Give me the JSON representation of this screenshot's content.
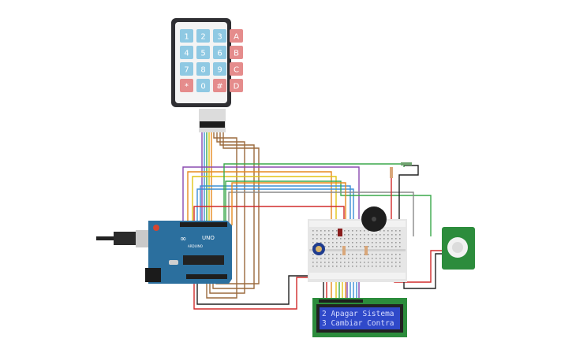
{
  "keypad": {
    "rows": [
      [
        "1",
        "2",
        "3",
        "A"
      ],
      [
        "4",
        "5",
        "6",
        "B"
      ],
      [
        "7",
        "8",
        "9",
        "C"
      ],
      [
        "*",
        "0",
        "#",
        "D"
      ]
    ]
  },
  "arduino": {
    "model_label": "UNO",
    "brand_label": "ARDUINO"
  },
  "lcd": {
    "lines": [
      "2 Apagar Sistema",
      "3 Cambiar Contra"
    ]
  },
  "colors": {
    "keypad_body": "#2f2f33",
    "key_number": "#8fc9e3",
    "key_letter": "#e58c8c",
    "arduino_board": "#2b6f9e",
    "lcd_screen": "#2f49c9",
    "lcd_text": "#d6dcff",
    "pir_board": "#2c8c3c",
    "wire_red": "#d12b2b",
    "wire_black": "#222222",
    "wire_green": "#3aa94a",
    "wire_orange": "#e68a1e",
    "wire_yellow": "#e0c417",
    "wire_brown": "#9b6a3d",
    "wire_purple": "#8a4bb0",
    "wire_blue": "#3b8fd6",
    "wire_gray": "#8a8a8a"
  }
}
